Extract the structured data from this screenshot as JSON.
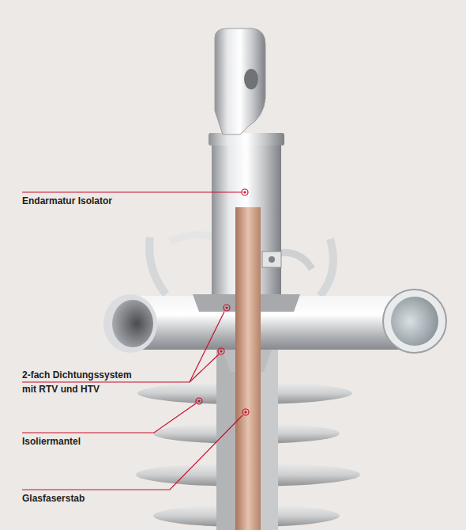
{
  "diagram": {
    "labels": [
      "Endarmatur Isolator",
      "2-fach Dichtungssystem mit RTV und HTV",
      "Isoliermantel",
      "Glasfaserstab"
    ]
  }
}
